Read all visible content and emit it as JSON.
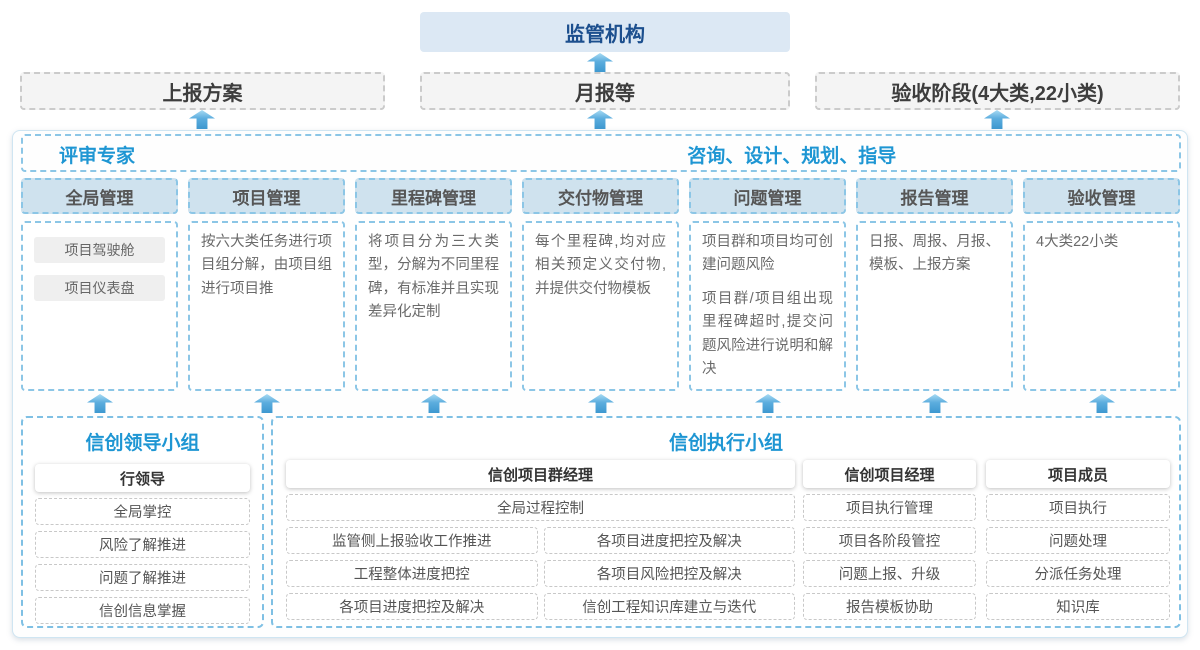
{
  "colors": {
    "accent_blue": "#1e96d3",
    "navy_title": "#1c4f8e",
    "header_fill": "#cfe2ee",
    "blue_dash_border": "#8cc6e6",
    "gray_dash_border": "#c8c8c8",
    "report_fill": "#f4f4f4",
    "arrow_blue": "#3d98d0"
  },
  "top_box": {
    "label": "监管机构"
  },
  "report_row": [
    {
      "label": "上报方案"
    },
    {
      "label": "月报等"
    },
    {
      "label": "验收阶段(4大类,22小类)"
    }
  ],
  "main_panel": {
    "left_header": "评审专家",
    "right_header": "咨询、设计、规划、指导",
    "columns": [
      {
        "title": "全局管理",
        "chips": [
          "项目驾驶舱",
          "项目仪表盘"
        ]
      },
      {
        "title": "项目管理",
        "paragraphs": [
          "按六大类任务进行项目组分解，由项目组进行项目推"
        ]
      },
      {
        "title": "里程碑管理",
        "paragraphs": [
          "将项目分为三大类型，分解为不同里程碑，有标准并且实现差异化定制"
        ]
      },
      {
        "title": "交付物管理",
        "paragraphs": [
          "每个里程碑,均对应相关预定义交付物,并提供交付物模板"
        ]
      },
      {
        "title": "问题管理",
        "paragraphs": [
          "项目群和项目均可创建问题风险",
          "项目群/项目组出现里程碑超时,提交问题风险进行说明和解决"
        ]
      },
      {
        "title": "报告管理",
        "paragraphs": [
          "日报、周报、月报、模板、上报方案"
        ]
      },
      {
        "title": "验收管理",
        "paragraphs": [
          "4大类22小类"
        ]
      }
    ]
  },
  "leader_group": {
    "title": "信创领导小组",
    "role": "行领导",
    "items": [
      "全局掌控",
      "风险了解推进",
      "问题了解推进",
      "信创信息掌握"
    ]
  },
  "exec_group": {
    "title": "信创执行小组",
    "pm_group": {
      "role": "信创项目群经理",
      "full_item": "全局过程控制",
      "left_items": [
        "监管侧上报验收工作推进",
        "工程整体进度把控",
        "各项目进度把控及解决"
      ],
      "right_items": [
        "各项目进度把控及解决",
        "各项目风险把控及解决",
        "信创工程知识库建立与迭代"
      ]
    },
    "pm": {
      "role": "信创项目经理",
      "items": [
        "项目执行管理",
        "项目各阶段管控",
        "问题上报、升级",
        "报告模板协助"
      ]
    },
    "member": {
      "role": "项目成员",
      "items": [
        "项目执行",
        "问题处理",
        "分派任务处理",
        "知识库"
      ]
    }
  }
}
